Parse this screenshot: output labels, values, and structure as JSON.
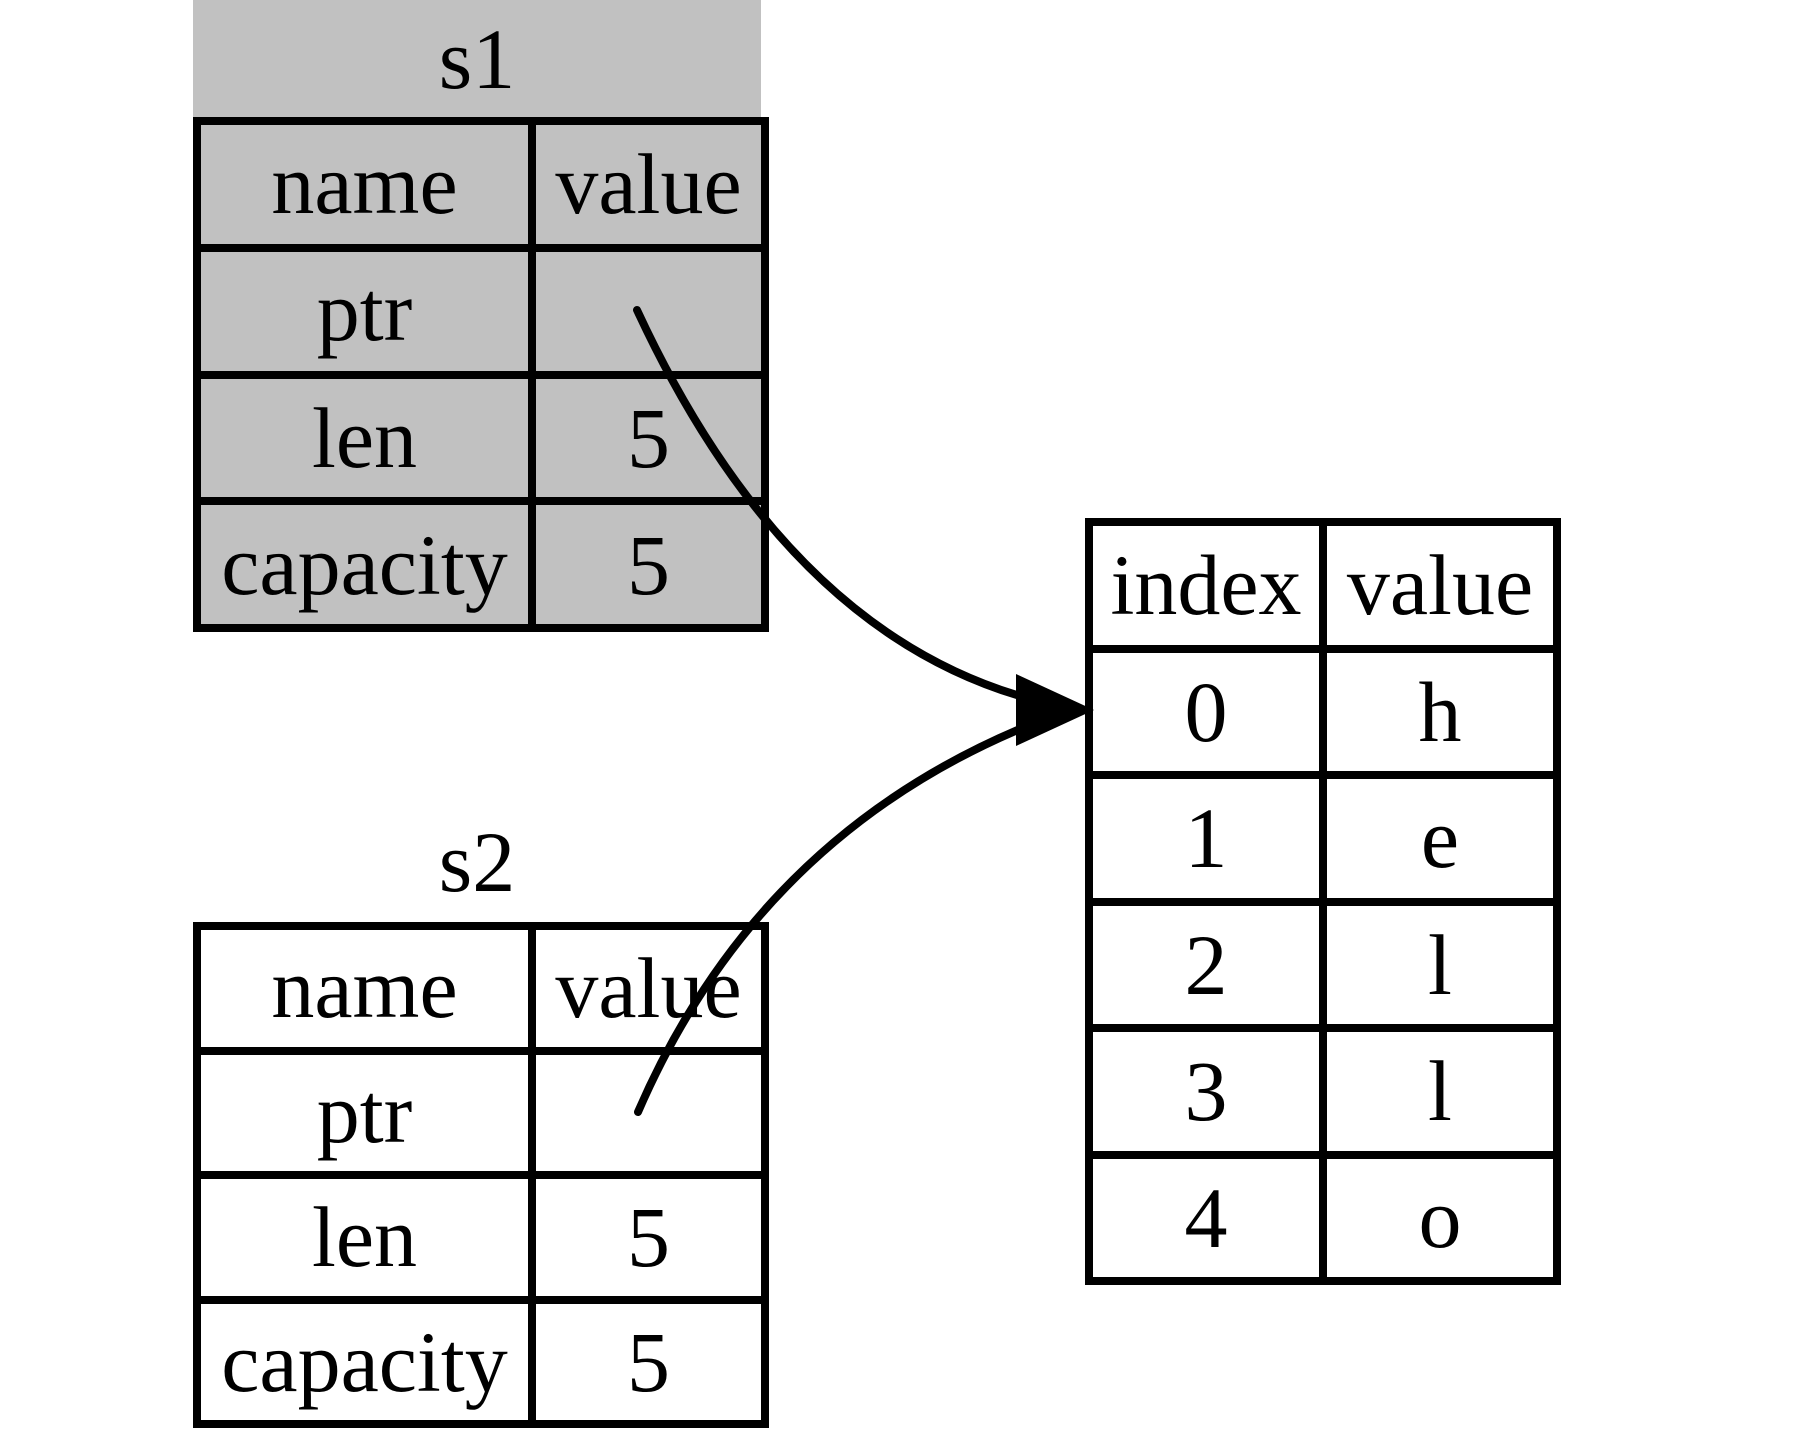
{
  "colors": {
    "background": "#ffffff",
    "s1_fill": "#c1c1c1",
    "s2_fill": "#ffffff",
    "heap_fill": "#ffffff",
    "border": "#000000",
    "arrow": "#000000"
  },
  "s1": {
    "title": "s1",
    "col_headers": [
      "name",
      "value"
    ],
    "rows": [
      {
        "name": "ptr",
        "value": ""
      },
      {
        "name": "len",
        "value": "5"
      },
      {
        "name": "capacity",
        "value": "5"
      }
    ]
  },
  "s2": {
    "title": "s2",
    "col_headers": [
      "name",
      "value"
    ],
    "rows": [
      {
        "name": "ptr",
        "value": ""
      },
      {
        "name": "len",
        "value": "5"
      },
      {
        "name": "capacity",
        "value": "5"
      }
    ]
  },
  "heap": {
    "col_headers": [
      "index",
      "value"
    ],
    "rows": [
      {
        "index": "0",
        "value": "h"
      },
      {
        "index": "1",
        "value": "e"
      },
      {
        "index": "2",
        "value": "l"
      },
      {
        "index": "3",
        "value": "l"
      },
      {
        "index": "4",
        "value": "o"
      }
    ]
  },
  "arrows": [
    {
      "from": "s1.ptr",
      "to": "heap.row-0"
    },
    {
      "from": "s2.ptr",
      "to": "heap.row-0"
    }
  ]
}
